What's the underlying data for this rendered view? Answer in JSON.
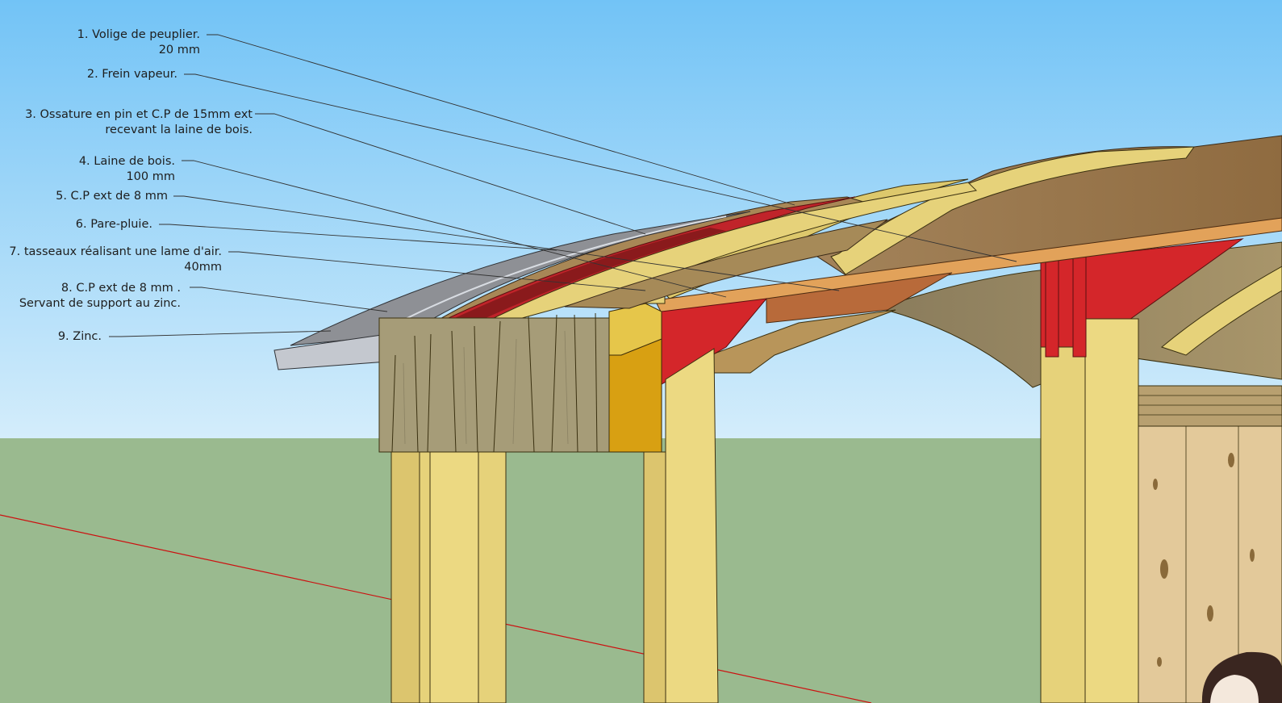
{
  "callouts": [
    {
      "id": 1,
      "lines": [
        "1. Volige de peuplier.",
        "20 mm"
      ]
    },
    {
      "id": 2,
      "lines": [
        "2. Frein vapeur."
      ]
    },
    {
      "id": 3,
      "lines": [
        "3. Ossature en pin et C.P de 15mm ext",
        "recevant la laine de bois."
      ]
    },
    {
      "id": 4,
      "lines": [
        "4. Laine de bois.",
        "100 mm"
      ]
    },
    {
      "id": 5,
      "lines": [
        "5. C.P ext de 8 mm"
      ]
    },
    {
      "id": 6,
      "lines": [
        "6. Pare-pluie."
      ]
    },
    {
      "id": 7,
      "lines": [
        "7. tasseaux réalisant une lame d'air.",
        "40mm"
      ]
    },
    {
      "id": 8,
      "lines": [
        "8. C.P ext de 8 mm .",
        "Servant de support au zinc."
      ]
    },
    {
      "id": 9,
      "lines": [
        "9. Zinc."
      ]
    }
  ],
  "colors": {
    "sky_top": "#72c3f6",
    "sky_bottom": "#d4edfb",
    "ground": "#9aba8f",
    "wood": "#e6d27a",
    "membrane_red": "#d4262a",
    "zinc": "#8e9095",
    "osb": "#9c7a4c",
    "axis_red": "#cc1111"
  }
}
